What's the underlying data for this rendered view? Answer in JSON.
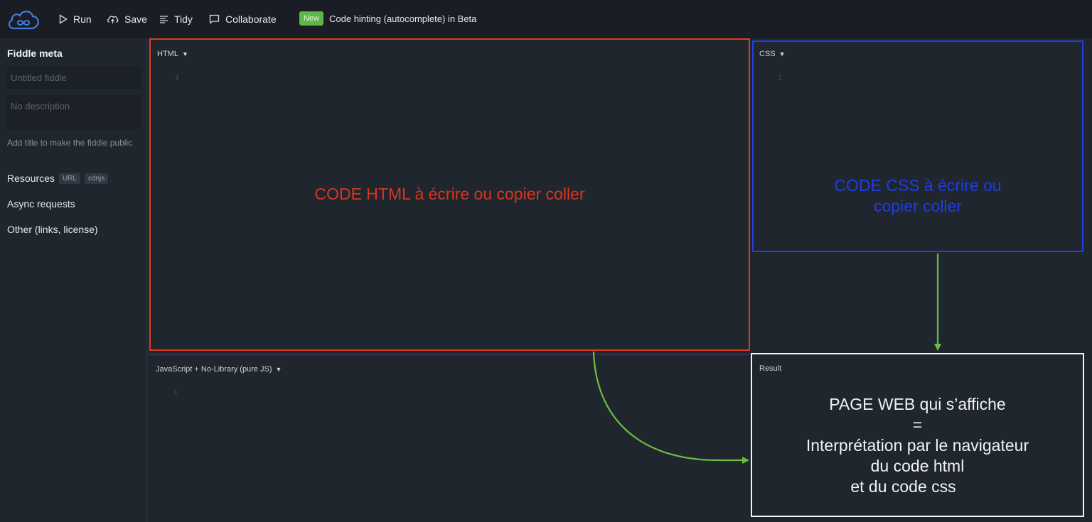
{
  "topbar": {
    "logo": "jsfiddle-cloud-logo",
    "run_label": "Run",
    "save_label": "Save",
    "tidy_label": "Tidy",
    "collaborate_label": "Collaborate",
    "new_badge": "New",
    "announcement": "Code hinting (autocomplete) in Beta"
  },
  "sidebar": {
    "title": "Fiddle meta",
    "title_placeholder": "Untitled fiddle",
    "description_placeholder": "No description",
    "hint": "Add title to make the fiddle public",
    "resources_label": "Resources",
    "resources_tags": [
      "URL",
      "cdnjs"
    ],
    "async_label": "Async requests",
    "other_label": "Other (links, license)"
  },
  "panels": {
    "html": {
      "label": "HTML",
      "line": "1"
    },
    "css": {
      "label": "CSS",
      "line": "1"
    },
    "js": {
      "label": "JavaScript + No-Library (pure JS)",
      "line": "1"
    },
    "result": {
      "label": "Result"
    }
  },
  "annotations": {
    "html": "CODE HTML à écrire ou copier coller",
    "css_line1": "CODE CSS à écrire ou",
    "css_line2": "copier coller",
    "result_lines": [
      "PAGE WEB qui s’affiche",
      "=",
      "Interprétation par le navigateur",
      "du code html",
      "et du code css"
    ]
  },
  "colors": {
    "html_box": "#e03a1e",
    "css_box": "#1f40e6",
    "result_box": "#f4f4f4",
    "arrow": "#6cbf3c",
    "new_badge": "#5fb64a"
  }
}
